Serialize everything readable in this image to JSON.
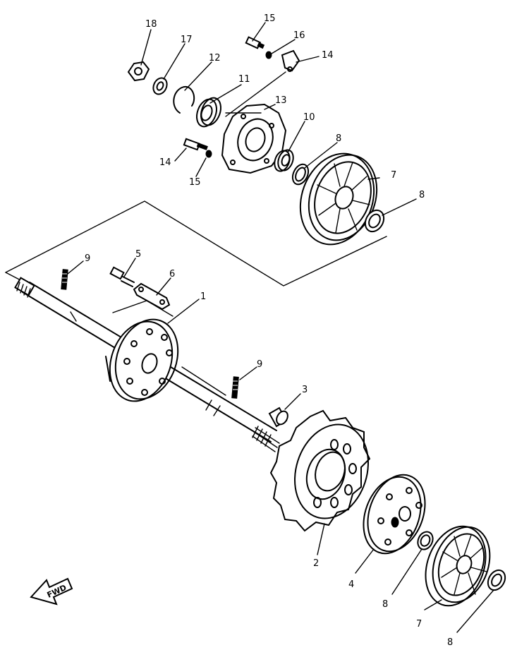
{
  "labels": {
    "l18": "18",
    "l17": "17",
    "l12": "12",
    "l11": "11",
    "l15a": "15",
    "l16": "16",
    "l14a": "14",
    "l13": "13",
    "l10": "10",
    "l8a": "8",
    "l7a": "7",
    "l8b": "8",
    "l14b": "14",
    "l15b": "15",
    "l9a": "9",
    "l5": "5",
    "l6": "6",
    "l1": "1",
    "l9b": "9",
    "l3": "3",
    "l2": "2",
    "l4": "4",
    "l8c": "8",
    "l7b": "7",
    "l8d": "8"
  },
  "arrow_label": "FWD"
}
